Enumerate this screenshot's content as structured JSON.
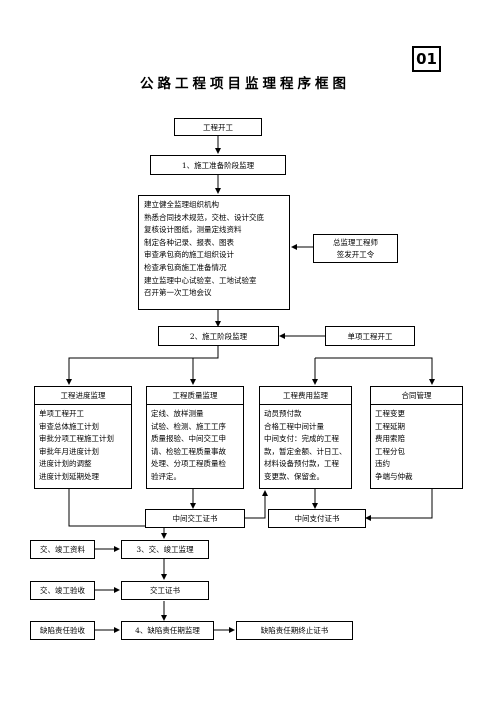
{
  "page_number": "01",
  "title": "公路工程项目监理程序框图",
  "start": "工程开工",
  "phase1": "1、施工准备阶段监理",
  "prep_items": [
    "建立健全监理组织机构",
    "熟悉合同技术规范，交桩、设计交底",
    "复核设计图纸，测量定线资料",
    "制定各种记录、报表、图表",
    "审查承包商的施工组织设计",
    "检查承包商施工准备情况",
    "建立监理中心试验室、工地试验室",
    "召开第一次工地会议"
  ],
  "chief": [
    "总监理工程师",
    "签发开工令"
  ],
  "phase2": "2、施工阶段监理",
  "single_start": "单项工程开工",
  "columns": [
    {
      "header": "工程进度监理",
      "items": [
        "单项工程开工",
        "审查总体施工计划",
        "审批分项工程施工计划",
        "审批年月进度计划",
        "进度计划的调整",
        "进度计划延期处理"
      ]
    },
    {
      "header": "工程质量监理",
      "items": [
        "定线、放样测量",
        "试验、检测、施工工序",
        "质量报验、中间交工申",
        "请、检验工程质量事故",
        "处理、分项工程质量检",
        "验评定。"
      ]
    },
    {
      "header": "工程费用监理",
      "items": [
        "动员预付款",
        "合格工程中间计量",
        "中间支付：完成的工程",
        "款，暂定金额、计日工、",
        "材料设备预付款，工程",
        "变更款、保留金。"
      ]
    },
    {
      "header": "合同管理",
      "items": [
        "工程变更",
        "工程延期",
        "费用索赔",
        "工程分包",
        "违约",
        "争端与仲裁"
      ]
    }
  ],
  "mid_cert": "中间交工证书",
  "mid_pay": "中间支付证书",
  "handover_docs": "交、竣工资料",
  "phase3": "3、交、竣工监理",
  "handover_accept": "交、竣工验收",
  "handover_cert": "交工证书",
  "defect_accept": "缺陷责任验收",
  "phase4": "4、缺陷责任期监理",
  "defect_end": "缺陷责任期终止证书"
}
